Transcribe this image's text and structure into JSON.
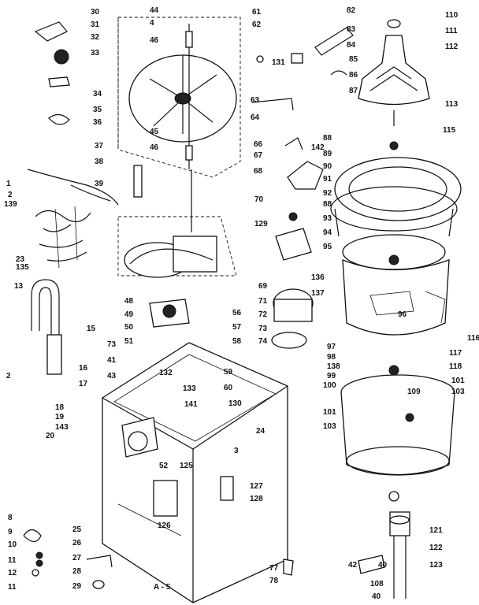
{
  "diagram": {
    "page_code": "A - 5",
    "part_numbers": [
      "30",
      "31",
      "32",
      "33",
      "34",
      "35",
      "36",
      "37",
      "38",
      "39",
      "139",
      "1",
      "2",
      "23",
      "135",
      "13",
      "44",
      "4",
      "46",
      "45",
      "46",
      "61",
      "62",
      "131",
      "63",
      "64",
      "82",
      "83",
      "84",
      "85",
      "86",
      "87",
      "110",
      "111",
      "112",
      "113",
      "115",
      "88",
      "142",
      "89",
      "90",
      "66",
      "67",
      "68",
      "70",
      "129",
      "91",
      "92",
      "88",
      "93",
      "94",
      "95",
      "136",
      "69",
      "71",
      "72",
      "73",
      "74",
      "137",
      "96",
      "48",
      "49",
      "50",
      "51",
      "56",
      "57",
      "58",
      "15",
      "73",
      "41",
      "43",
      "16",
      "17",
      "18",
      "19",
      "143",
      "20",
      "2",
      "132",
      "133",
      "141",
      "59",
      "60",
      "130",
      "24",
      "3",
      "52",
      "125",
      "126",
      "127",
      "128",
      "97",
      "98",
      "138",
      "99",
      "100",
      "101",
      "103",
      "109",
      "116",
      "117",
      "118",
      "101",
      "103",
      "8",
      "9",
      "10",
      "11",
      "12",
      "11",
      "25",
      "26",
      "27",
      "28",
      "29",
      "121",
      "122",
      "123",
      "42",
      "40",
      "108",
      "40",
      "77",
      "78"
    ]
  }
}
